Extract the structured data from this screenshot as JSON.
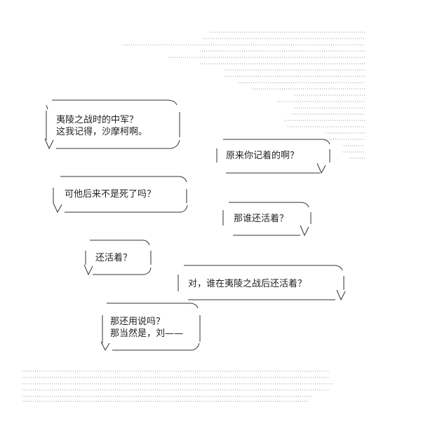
{
  "dialogue": [
    {
      "lines": [
        "夷陵之战时的中军？",
        "这我记得，沙摩柯啊。"
      ]
    },
    {
      "lines": [
        "原来你记着的啊？"
      ]
    },
    {
      "lines": [
        "可他后来不是死了吗？"
      ]
    },
    {
      "lines": [
        "那谁还活着？"
      ]
    },
    {
      "lines": [
        "还活着？"
      ]
    },
    {
      "lines": [
        "对，谁在夷陵之战后还活着？"
      ]
    },
    {
      "lines": [
        "那还用说吗？",
        "那当然是，刘——"
      ]
    }
  ]
}
